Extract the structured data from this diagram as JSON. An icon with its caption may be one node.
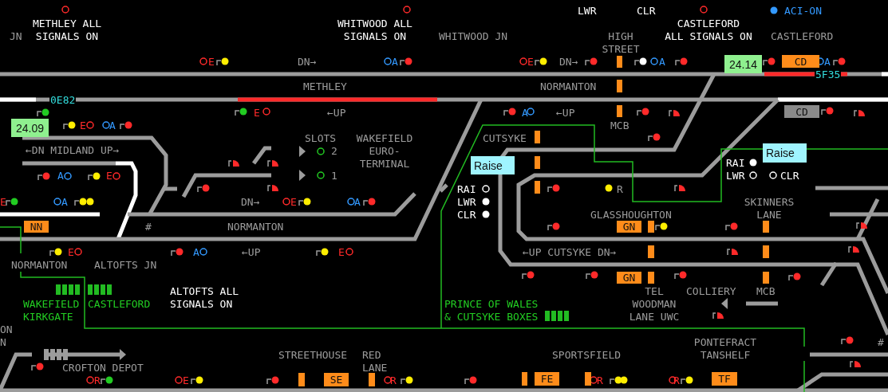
{
  "diagram": {
    "nodes": [
      {
        "text": [],
        "shape": "bar"
      },
      {
        "text": [
          "24.14"
        ]
      },
      {
        "text": [
          "CD"
        ]
      },
      {
        "text": [],
        "shape": "bar"
      },
      {
        "text": [],
        "shape": "bar"
      },
      {
        "text": [
          "CD"
        ]
      },
      {
        "text": [
          "24.09"
        ]
      },
      {
        "text": [],
        "shape": "bar"
      },
      {
        "text": [
          "Raise"
        ]
      },
      {
        "text": [],
        "shape": "bar"
      },
      {
        "text": [
          "Raise"
        ]
      },
      {
        "text": [],
        "shape": "bar"
      },
      {
        "text": [
          "NN"
        ]
      },
      {
        "text": [
          "GN"
        ]
      },
      {
        "text": [],
        "shape": "bar"
      },
      {
        "text": [],
        "shape": "bar"
      },
      {
        "text": [],
        "shape": "bar"
      },
      {
        "text": [],
        "shape": "bar"
      },
      {
        "text": [
          "GN"
        ]
      },
      {
        "text": [],
        "shape": "bar"
      },
      {
        "text": [],
        "shape": "bar"
      },
      {
        "text": [],
        "shape": "bar"
      },
      {
        "text": [
          "SE"
        ]
      },
      {
        "text": [],
        "shape": "bar"
      },
      {
        "text": [],
        "shape": "bar"
      },
      {
        "text": [
          "FE"
        ]
      },
      {
        "text": [],
        "shape": "bar"
      },
      {
        "text": [
          "TF"
        ]
      }
    ],
    "labels": [
      "LWR",
      "CLR",
      "ACI-ON",
      "JN",
      "METHLEY ALL SIGNALS ON",
      "WHITWOOD ALL SIGNALS ON",
      "WHITWOOD JN",
      "HIGH STREET",
      "CASTLEFORD",
      "ALL SIGNALS ON",
      "CASTLEFORD",
      "E",
      "DN→",
      "A",
      "E",
      "DN→",
      "A",
      "A",
      "5F35",
      "METHLEY",
      "NORMANTON",
      "0E82",
      "E",
      "←UP",
      "A",
      "←UP",
      "E",
      "A",
      "MCB",
      "SLOTS",
      "WAKEFIELD EURO- TERMINAL",
      "CUTSYKE",
      "←DN MIDLAND UP→",
      "2",
      "RAI",
      "A",
      "E",
      "1",
      "LWR",
      "CLR",
      "RAI",
      "R",
      "E",
      "A",
      "DN→",
      "E",
      "A",
      "LWR",
      "SKINNERS LANE",
      "CLR",
      "GLASSHOUGHTON",
      "#",
      "NORMANTON",
      "E",
      "A",
      "←UP",
      "E",
      "←UP CUTSYKE DN→",
      "NORMANTON",
      "ALTOFTS JN",
      "ALTOFTS ALL SIGNALS ON",
      "TEL WOODMAN LANE UWC",
      "COLLIERY",
      "MCB",
      "WAKEFIELD KIRKGATE",
      "CASTLEFORD",
      "PRINCE OF WALES & CUTSYKE BOXES",
      "ON",
      "N",
      "PONTEFRACT TANSHELF",
      "#",
      "STREETHOUSE",
      "RED LANE",
      "SPORTSFIELD",
      "CROFTON DEPOT",
      "R",
      "E",
      "R",
      "R",
      "R"
    ]
  }
}
